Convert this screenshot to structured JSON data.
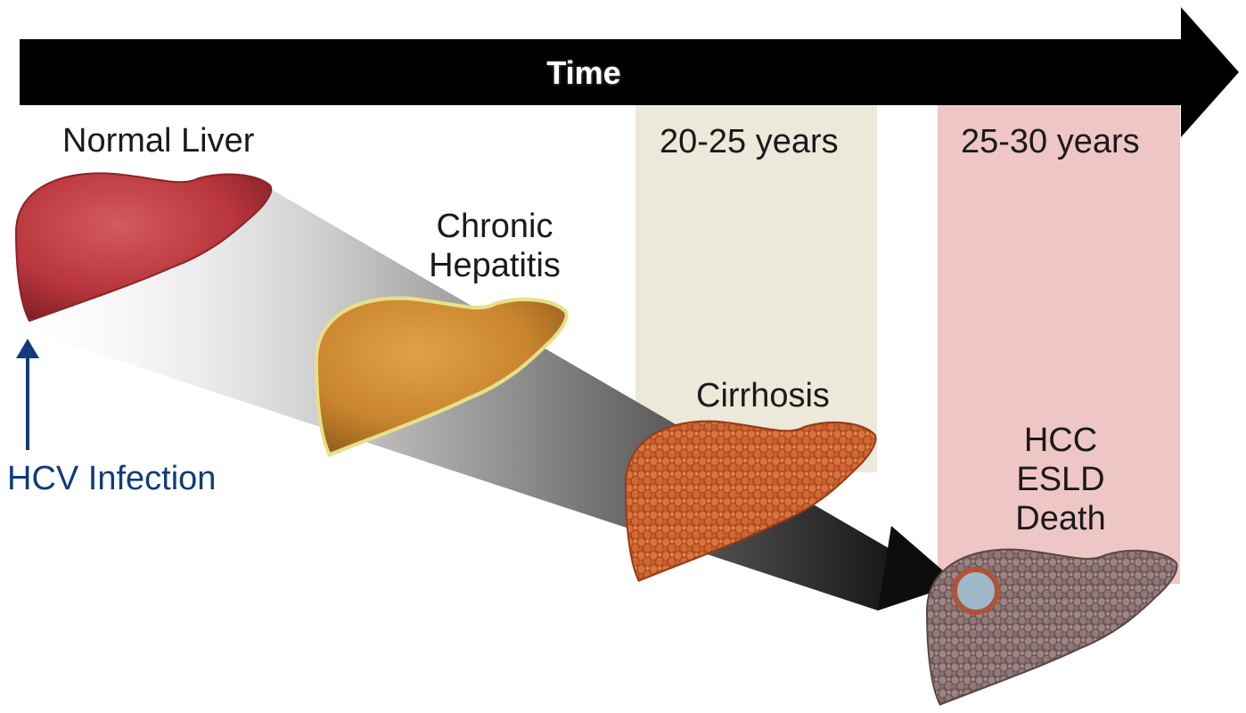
{
  "timeline": {
    "label": "Time"
  },
  "periods": [
    {
      "label": "20-25 years",
      "color": "#ece8da"
    },
    {
      "label": "25-30 years",
      "color": "#efc6c6"
    }
  ],
  "stages": [
    {
      "lines": [
        "Normal Liver"
      ],
      "color": "#b8363c"
    },
    {
      "lines": [
        "Chronic",
        "Hepatitis"
      ],
      "color": "#c9852d"
    },
    {
      "lines": [
        "Cirrhosis"
      ],
      "color": "#c25b2c"
    },
    {
      "lines": [
        "HCC",
        "ESLD",
        "Death"
      ],
      "color": "#8e7272"
    }
  ],
  "infection": {
    "label": "HCV Infection",
    "color": "#0f3d7a"
  },
  "colors": {
    "arrow": "#000000",
    "text": "#1a1a1a"
  }
}
